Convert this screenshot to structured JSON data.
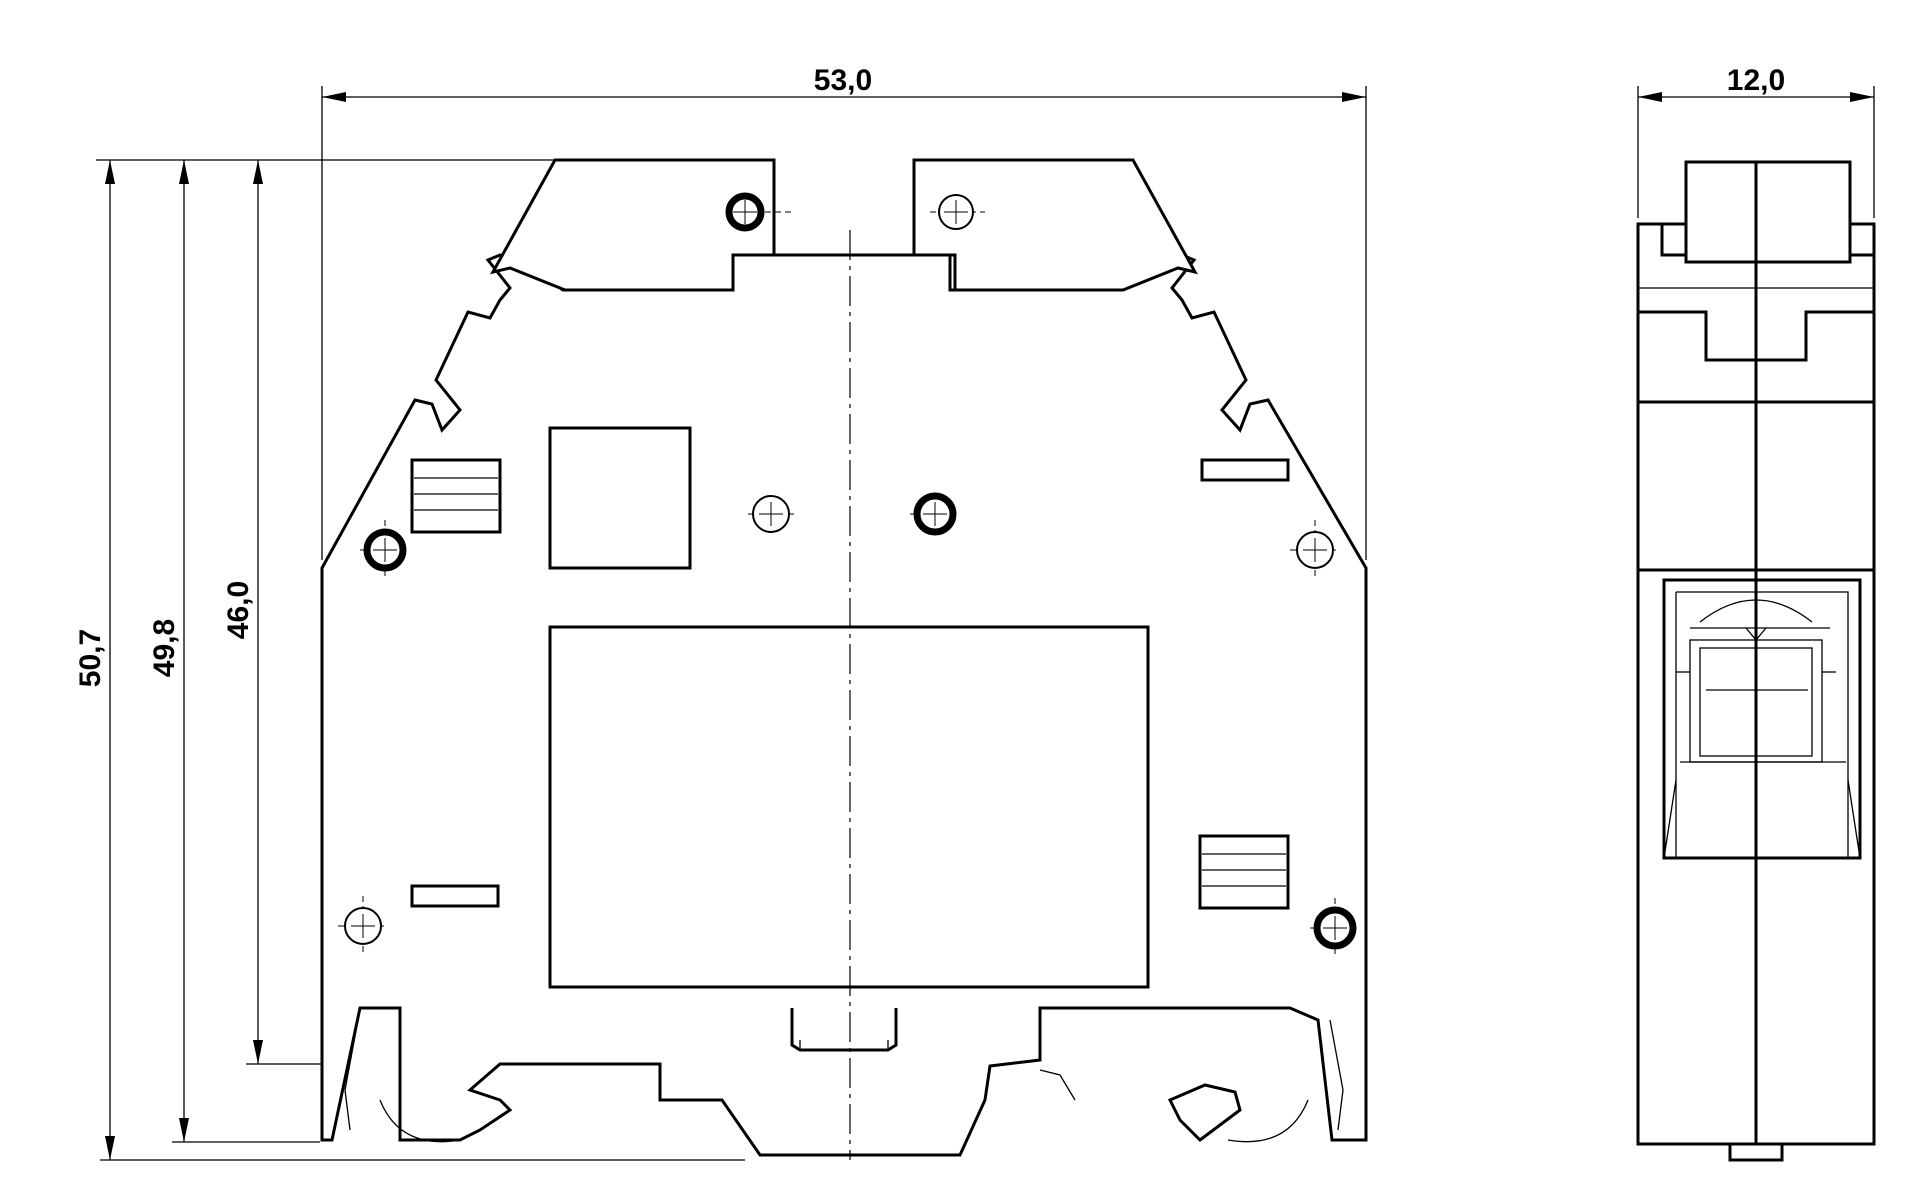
{
  "dimensions": {
    "overall_width": "53,0",
    "side_width": "12,0",
    "height_total": "50,7",
    "height_rail": "49,8",
    "height_top": "46,0"
  }
}
